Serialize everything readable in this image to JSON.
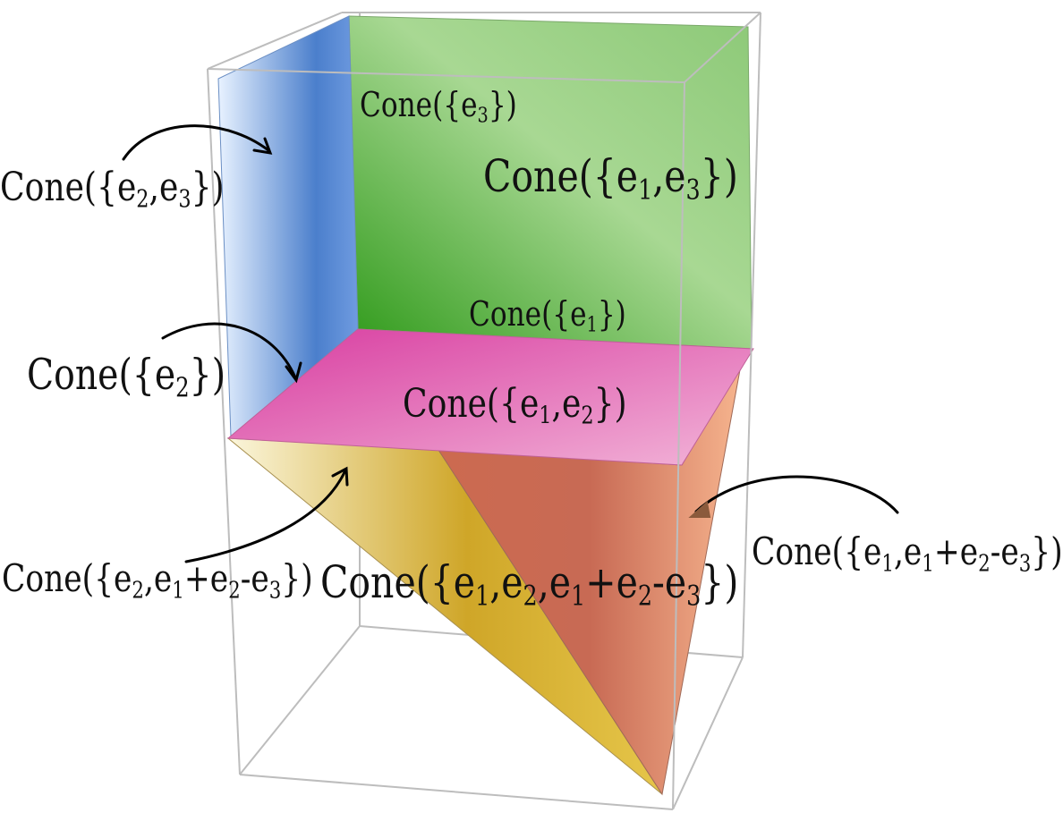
{
  "labels": {
    "cone_e3": "Cone({e3})",
    "cone_e1_e3": "Cone({e1,e3})",
    "cone_e2_e3": "Cone({e2,e3})",
    "cone_e1": "Cone({e1})",
    "cone_e2": "Cone({e2})",
    "cone_e1_e2": "Cone({e1,e2})",
    "cone_e2_e1pe2me3": "Cone({e2,e1+e2-e3})",
    "cone_e1_e2_e1pe2me3": "Cone({e1,e2,e1+e2-e3})",
    "cone_e1_e1pe2me3": "Cone({e1,e1+e2-e3})"
  },
  "colors": {
    "green_face": "#4cae32",
    "blue_face": "#4a7cc8",
    "magenta_face": "#de49a8",
    "yellow_face": "#d4b42e",
    "orange_face": "#d0705a",
    "box_edges": "#bdbdbd",
    "arrow": "#000000"
  }
}
